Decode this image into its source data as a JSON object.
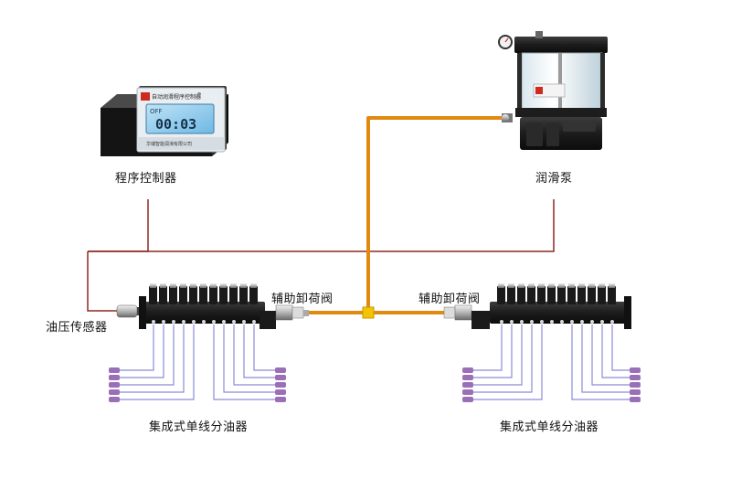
{
  "labels": {
    "controller": "程序控制器",
    "pump": "润滑泵",
    "pressure_sensor": "油压传感器",
    "unload_valve_left": "辅助卸荷阀",
    "unload_valve_right": "辅助卸荷阀",
    "distributor_left": "集成式单线分油器",
    "distributor_right": "集成式单线分油器"
  },
  "controller_screen": {
    "title": "自动润滑程序控制器",
    "mode": "OFF",
    "time": "00:03",
    "footer": "华瑞智能润滑有限公司"
  },
  "colors": {
    "oil_pipe": "#e08a12",
    "signal_wire": "#8b2a22",
    "hose": "#8a8cd8",
    "fitting": "#9b6fb8"
  }
}
